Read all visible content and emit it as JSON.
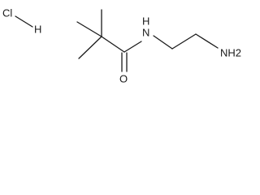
{
  "molecule": {
    "atoms": {
      "cl": "Cl",
      "h": "H",
      "nh": "N",
      "nh_h": "H",
      "o": "O",
      "nh2": "NH2"
    }
  }
}
